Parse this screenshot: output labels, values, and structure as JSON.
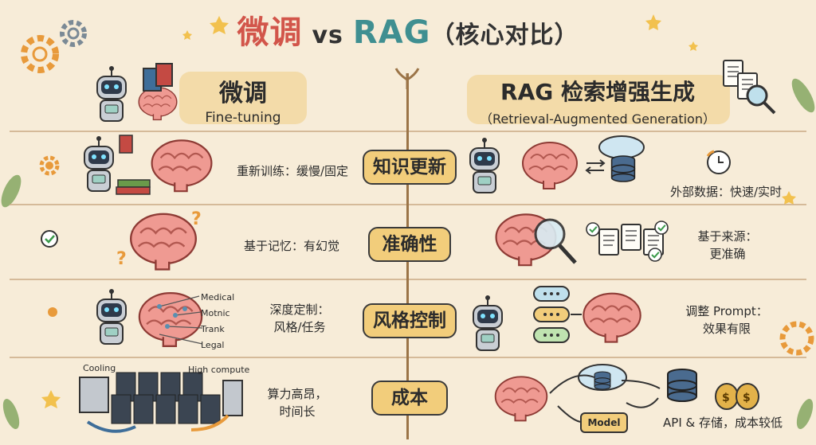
{
  "title": {
    "part_ft": "微调",
    "vs": "vs",
    "part_rag": "RAG",
    "sub": "（核心对比）"
  },
  "left_header": {
    "title": "微调",
    "subtitle": "Fine-tuning"
  },
  "right_header": {
    "title": "RAG 检索增强生成",
    "subtitle": "（Retrieval-Augmented Generation）"
  },
  "rows": [
    {
      "label": "知识更新",
      "left": "重新训练：缓慢/固定",
      "right": "外部数据：快速/实时"
    },
    {
      "label": "准确性",
      "left": "基于记忆：有幻觉",
      "right_line1": "基于来源：",
      "right_line2": "更准确"
    },
    {
      "label": "风格控制",
      "left_line1": "深度定制：",
      "left_line2": "风格/任务",
      "right_line1": "调整 Prompt：",
      "right_line2": "效果有限"
    },
    {
      "label": "成本",
      "left_line1": "算力高昂，",
      "left_line2": "时间长",
      "right": "API & 存储，成本较低"
    }
  ],
  "annotations": {
    "domains": [
      "Medical",
      "Motnic",
      "Trank",
      "Legal"
    ],
    "cooling": "Cooling",
    "high_compute": "High compute",
    "model": "Model"
  },
  "colors": {
    "accent_red": "#d2554a",
    "accent_teal": "#3f8f91",
    "pill": "#f2cd7b",
    "background": "#f7ecd8"
  }
}
